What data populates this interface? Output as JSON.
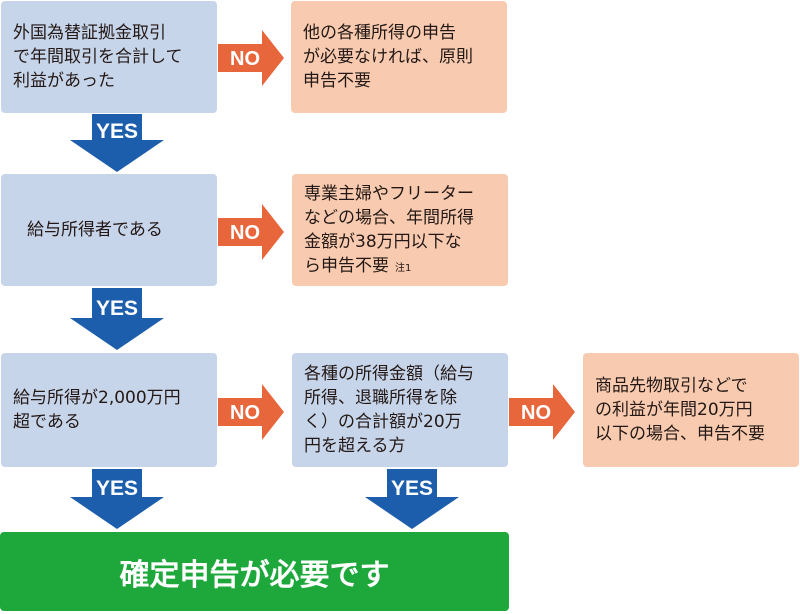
{
  "nodes": {
    "q1": "外国為替証拠金取引\nで年間取引を合計して\n利益があった",
    "r1": "他の各種所得の申告\nが必要なければ、原則\n申告不要",
    "q2": "給与所得者である",
    "r2": "専業主婦やフリーター\nなどの場合、年間所得\n金額が38万円以下な\nら申告不要",
    "r2_note": "注1",
    "q3": "給与所得が2,000万円\n超である",
    "q4": "各種の所得金額（給与\n所得、退職所得を除\nく）の合計額が20万\n円を超える方",
    "r3": "商品先物取引などで\nの利益が年間20万円\n以下の場合、申告不要",
    "final": "確定申告が必要です"
  },
  "labels": {
    "yes": "YES",
    "no": "NO"
  },
  "colors": {
    "question_box": "#c7d5ea",
    "result_box": "#f8cbb0",
    "final_box": "#1ea83c",
    "no_arrow": "#e8663b",
    "yes_arrow": "#1d5eac"
  }
}
